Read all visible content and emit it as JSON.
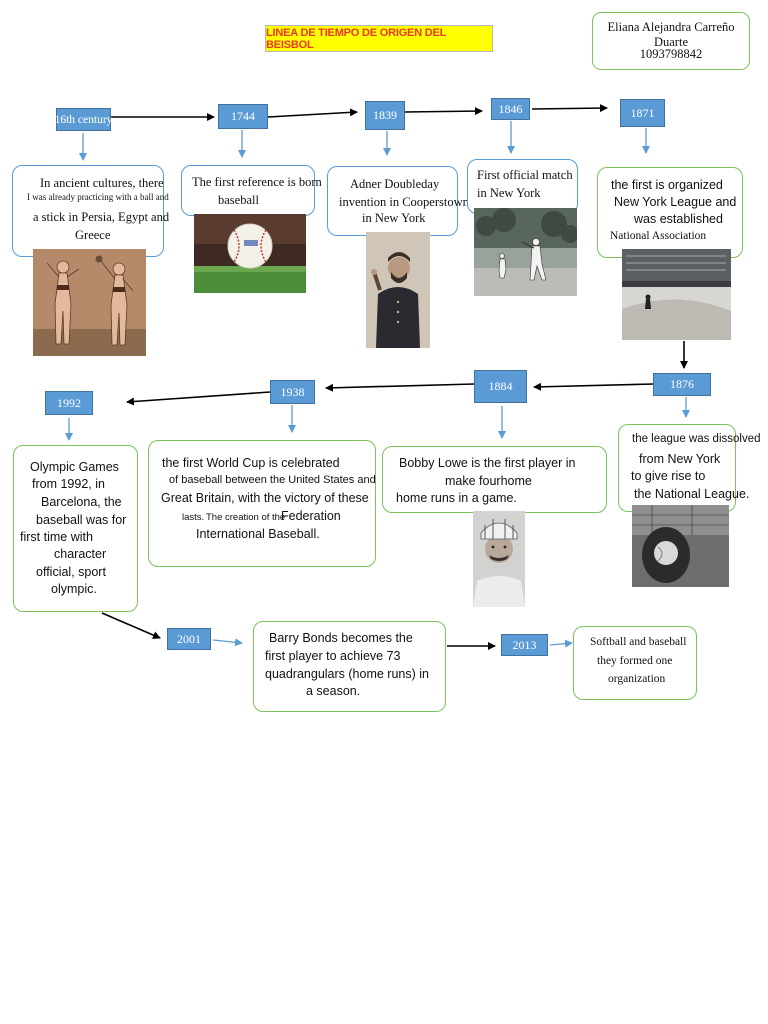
{
  "title": "LINEA DE TIEMPO DE ORIGEN DEL BEISBOL",
  "author": {
    "name": "Eliana Alejandra Carreño Duarte",
    "id": "1093798842"
  },
  "events": [
    {
      "year": "16th century",
      "lines": [
        "In ancient cultures, there",
        "I was already practicing with a ball and",
        "a stick in Persia, Egypt and",
        "Greece"
      ]
    },
    {
      "year": "1744",
      "lines": [
        "The first reference is born",
        "baseball"
      ]
    },
    {
      "year": "1839",
      "lines": [
        "Adner Doubleday",
        "invention in Cooperstown",
        "in New York"
      ]
    },
    {
      "year": "1846",
      "lines": [
        "First official match",
        "in New York"
      ]
    },
    {
      "year": "1871",
      "lines": [
        "the first is organized",
        "New York League and",
        "was established",
        "National Association"
      ]
    },
    {
      "year": "1876",
      "lines": [
        "the league was dissolved",
        "from New York",
        "to give rise to",
        "the National League."
      ]
    },
    {
      "year": "1884",
      "lines": [
        "Bobby Lowe is the first player in",
        "make fourhome",
        "home runs in a game."
      ]
    },
    {
      "year": "1938",
      "lines": [
        "the first World Cup is celebrated",
        "of baseball between the United States and",
        "Great Britain, with the victory of these",
        "lasts.",
        "The creation of the",
        "Federation",
        "International Baseball."
      ]
    },
    {
      "year": "1992",
      "lines": [
        "Olympic Games",
        "from 1992, in",
        "Barcelona, the",
        "baseball was for",
        "first time with",
        "character",
        "official, sport",
        "olympic."
      ]
    },
    {
      "year": "2001",
      "lines": [
        "Barry Bonds becomes the",
        "first player to achieve 73",
        "quadrangulars (home runs) in",
        "a season."
      ]
    },
    {
      "year": "2013",
      "lines": [
        "Softball and baseball",
        "they formed one",
        "organization"
      ]
    }
  ],
  "photos": [
    {
      "name": "ancient-mosaic-photo"
    },
    {
      "name": "baseball-ball-photo"
    },
    {
      "name": "abner-doubleday-portrait-photo"
    },
    {
      "name": "first-match-photo"
    },
    {
      "name": "stadium-game-photo"
    },
    {
      "name": "baseball-glove-photo"
    },
    {
      "name": "bobby-lowe-portrait-photo"
    }
  ],
  "colors": {
    "year_fill": "#5b9bd5",
    "box_blue": "#5b9bd5",
    "box_green": "#7dc35b",
    "title_bg": "#ffff00",
    "title_text": "#e8382a"
  }
}
